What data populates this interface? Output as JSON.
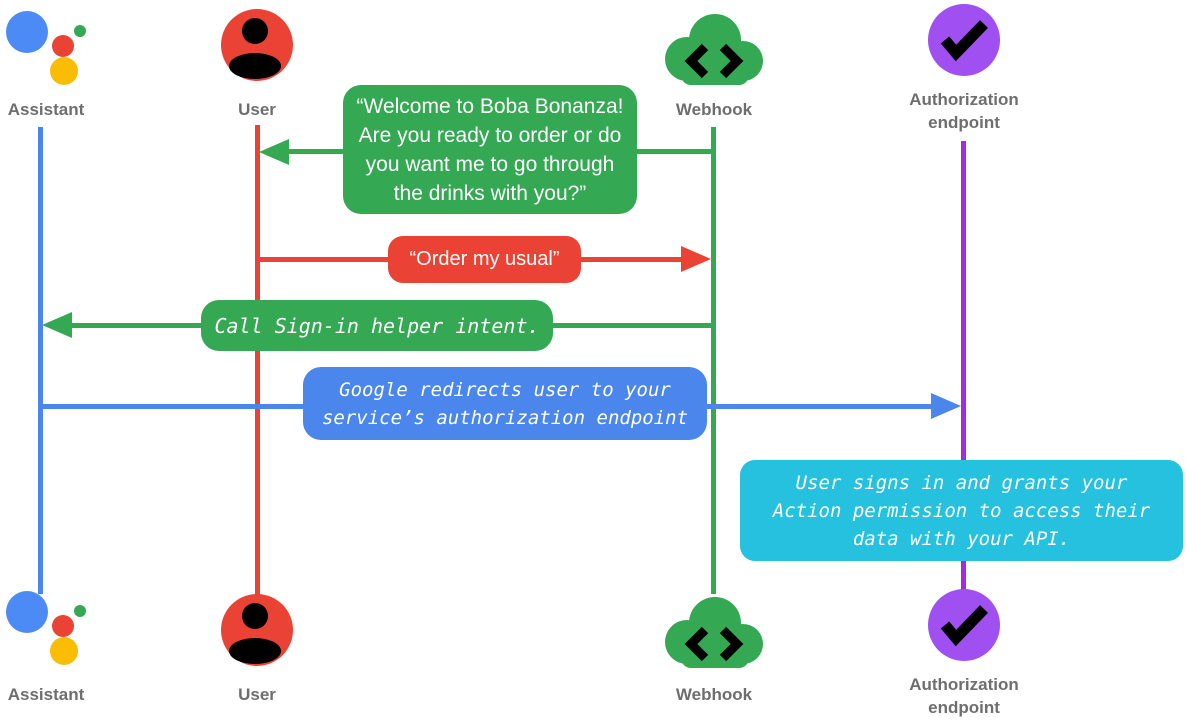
{
  "diagram_title": "Account linking sign-in sequence diagram",
  "palette": {
    "background": "#ffffff",
    "green": "#34A853",
    "red": "#EA4335",
    "blue": "#4A86EC",
    "assistant_blue": "#4C8BF5",
    "assistant_green_dot": "#34A853",
    "assistant_yellow_dot": "#FBBC04",
    "cyan": "#25C1DE",
    "purple_circle": "#A04FF1",
    "purple_line": "#A32BE0",
    "label_gray": "#6E6E6E",
    "icon_glyph": "#000000",
    "bubble_text": "#ffffff"
  },
  "actors": {
    "assistant": {
      "label": "Assistant"
    },
    "user": {
      "label": "User"
    },
    "webhook": {
      "label": "Webhook"
    },
    "auth": {
      "label": "Authorization\nendpoint"
    }
  },
  "messages": {
    "welcome": {
      "from": "webhook",
      "to": "user",
      "direction": "left",
      "color": "#34A853",
      "text": "“Welcome to Boba Bonanza!\nAre you ready to order or do\nyou want me to go through\nthe drinks with you?”"
    },
    "order": {
      "from": "user",
      "to": "webhook",
      "direction": "right",
      "color": "#EA4335",
      "text": "“Order my usual”"
    },
    "signin": {
      "from": "webhook",
      "to": "assistant",
      "direction": "left",
      "color": "#34A853",
      "text": "Call Sign-in helper intent."
    },
    "redirect": {
      "from": "assistant",
      "to": "auth",
      "direction": "right",
      "color": "#4A86EC",
      "text": "Google redirects user to your\nservice’s authorization endpoint"
    },
    "grant": {
      "note_on": "auth",
      "color": "#25C1DE",
      "text": "User signs in and grants your\nAction permission to access their\ndata with your API."
    }
  }
}
